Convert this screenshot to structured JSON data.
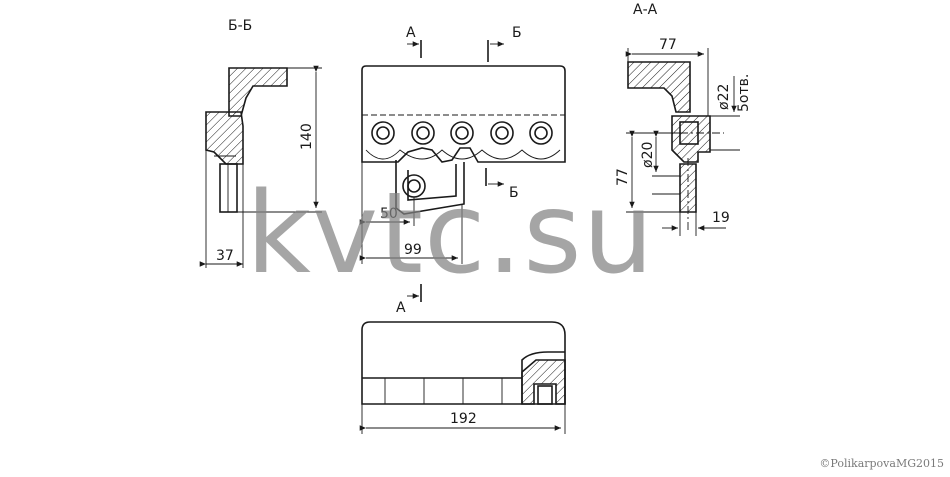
{
  "sections": {
    "bb_title": "Б-Б",
    "aa_title": "А-А",
    "cut_a_top": "А",
    "cut_b_top": "Б",
    "cut_b_side": "Б",
    "cut_a_bottom": "А"
  },
  "dimensions": {
    "height_140": "140",
    "width_37": "37",
    "width_50": "50",
    "width_99": "99",
    "width_192": "192",
    "width_77_top": "77",
    "height_77_side": "77",
    "dia_22": "ø22",
    "holes_5": "5отв.",
    "dia_20": "ø20",
    "width_19": "19"
  },
  "watermark": "kvtc.su",
  "copyright": "©PolikarpovaMG2015"
}
